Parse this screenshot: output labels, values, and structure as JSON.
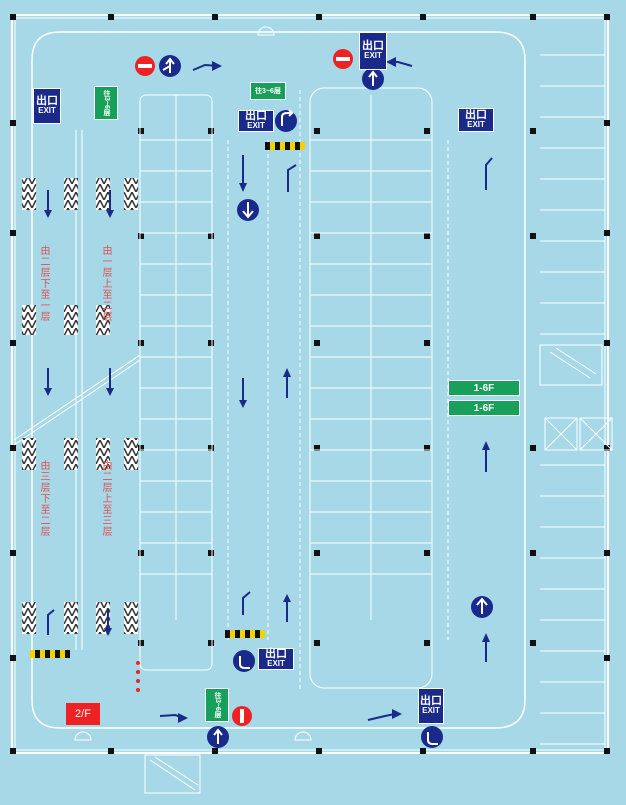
{
  "floor_label": "2/F",
  "exit_signs": [
    {
      "cn": "出口",
      "en": "EXIT"
    },
    {
      "cn": "出口",
      "en": "EXIT"
    },
    {
      "cn": "出口",
      "en": "EXIT"
    },
    {
      "cn": "出口",
      "en": "EXIT"
    },
    {
      "cn": "出口",
      "en": "EXIT"
    },
    {
      "cn": "出口",
      "en": "EXIT"
    }
  ],
  "green_signs": {
    "stair_top": "往3~6层",
    "stair_left": "往3~6层",
    "stair_bottom": "往3~6层",
    "elevator_up": "1-6F",
    "elevator_down": "1-6F"
  },
  "ramp_texts": {
    "r1": "由二层下至一层",
    "r2": "由一层上至二层",
    "r3": "由三层下至二层",
    "r4": "由二层上至三层"
  },
  "colors": {
    "floor": "#a6d8e8",
    "wall": "#ffffff",
    "column": "#111111",
    "arrow": "#1a2a8a",
    "exit_sign": "#1a2a8a",
    "green_sign": "#16a05a",
    "no_entry": "#e22222",
    "ramp_text": "#e05050"
  }
}
